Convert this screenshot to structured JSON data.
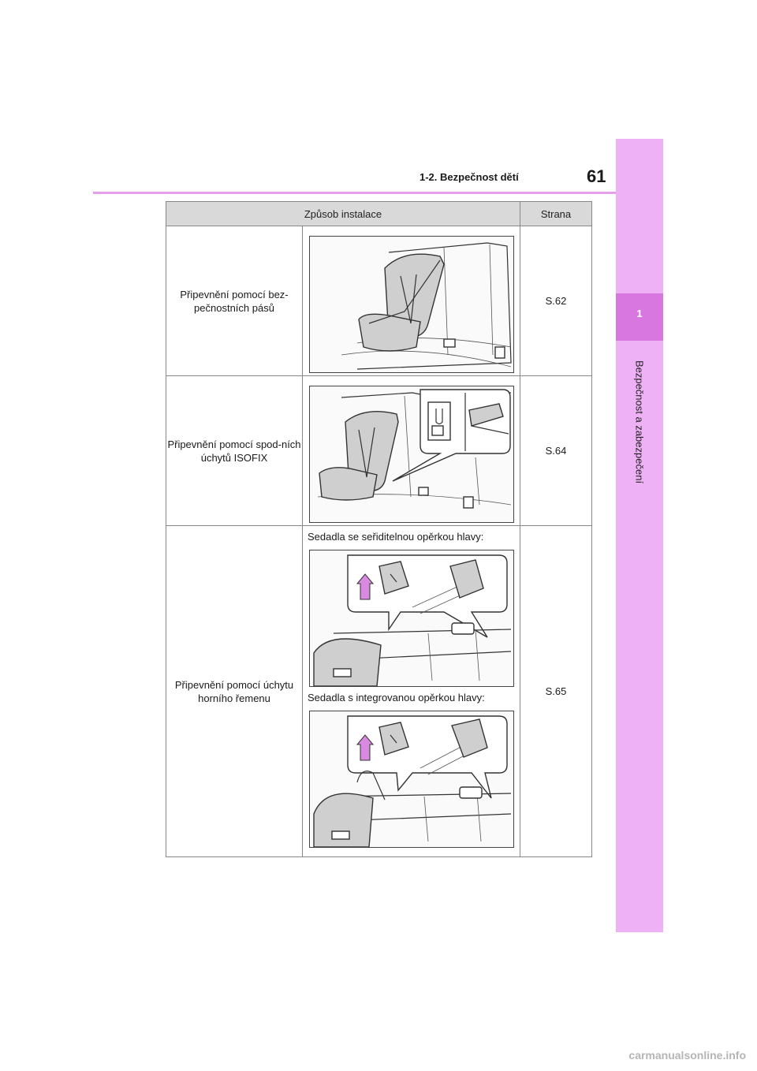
{
  "header": {
    "section_title": "1-2. Bezpečnost dětí",
    "page_number": "61"
  },
  "side_tab": {
    "number": "1",
    "label": "Bezpečnost a zabezpečení"
  },
  "table": {
    "columns": [
      "Způsob instalace",
      "Strana"
    ],
    "rows": [
      {
        "method": "Připevnění pomocí bez-pečnostních pásů",
        "page": "S.62"
      },
      {
        "method": "Připevnění pomocí spod-ních úchytů ISOFIX",
        "page": "S.64"
      },
      {
        "method": "Připevnění pomocí úchytu horního řemenu",
        "caption_1": "Sedadla se seřiditelnou opěrkou hlavy:",
        "caption_2": "Sedadla s integrovanou opěrkou hlavy:",
        "page": "S.65"
      }
    ]
  },
  "footer": {
    "watermark": "carmanualsonline.info"
  },
  "colors": {
    "tab_light": "#efb1f5",
    "tab_dark": "#d877e0",
    "header_rule": "#e4a0ea"
  }
}
